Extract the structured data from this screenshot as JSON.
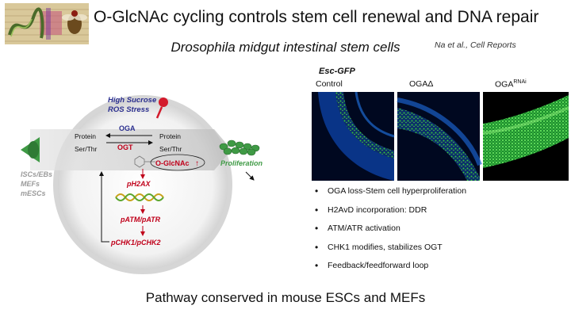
{
  "slide": {
    "title": "O-GlcNAc cycling controls stem cell renewal and DNA repair",
    "subtitle": "Drosophila midgut intestinal stem cells",
    "citation": "Na et al., Cell Reports",
    "footer": "Pathway conserved in mouse ESCs and MEFs"
  },
  "diagram": {
    "stress_line1": "High Sucrose",
    "stress_line2": "ROS Stress",
    "protein_left": "Protein",
    "ser_thr_left": "Ser/Thr",
    "protein_right": "Protein",
    "ser_thr_right": "Ser/Thr",
    "oga": "OGA",
    "ogt": "OGT",
    "oglcnac": "O-GlcNAc",
    "oglcnac_arrow": "↑",
    "proliferation": "Proliferation",
    "cell_types": [
      "ISCs/EBs",
      "MEFs",
      "mESCs"
    ],
    "ph2ax": "pH2AX",
    "patm": "pATM/pATR",
    "pchk": "pCHK1/pCHK2"
  },
  "micrographs": {
    "stain_label": "Esc-GFP",
    "panels": [
      {
        "label": "Control",
        "sup": ""
      },
      {
        "label": "OGAΔ",
        "sup": ""
      },
      {
        "label": "OGA",
        "sup": "RNAi"
      }
    ]
  },
  "bullets": [
    "OGA loss-Stem cell hyperproliferation",
    "H2AvD incorporation: DDR",
    "ATM/ATR activation",
    "CHK1 modifies, stabilizes OGT",
    "Feedback/feedforward loop"
  ],
  "colors": {
    "red": "#c0001a",
    "blue": "#2b2f8f",
    "gfp": "#35c63a",
    "cell_green": "#3f9a45"
  }
}
